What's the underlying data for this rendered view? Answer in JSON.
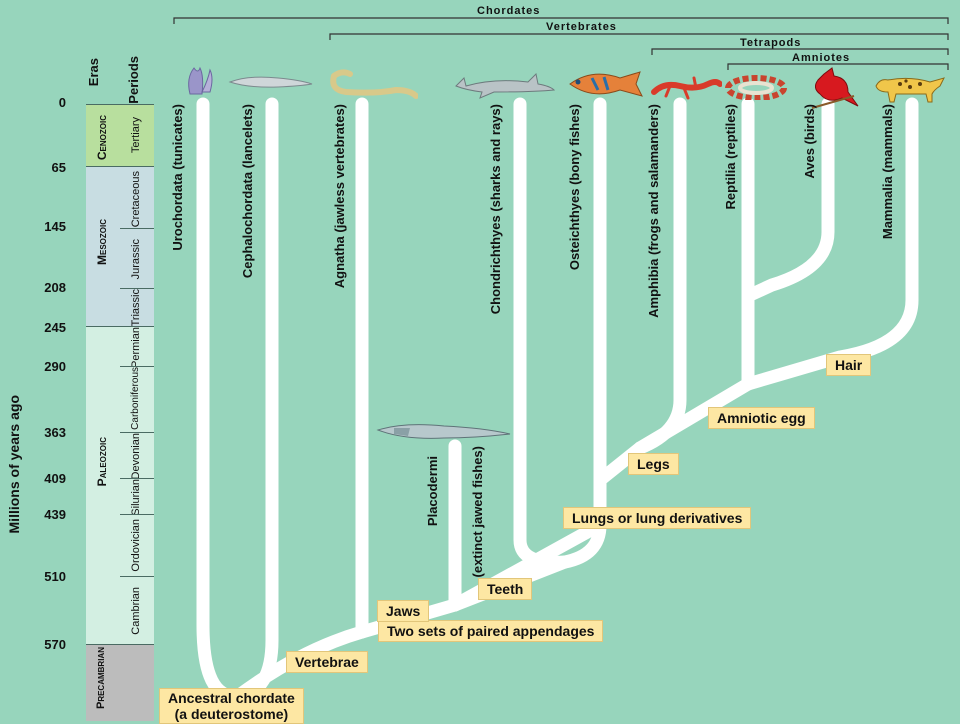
{
  "axis": {
    "title": "Millions of years ago"
  },
  "headers": {
    "eras": "Eras",
    "periods": "Periods"
  },
  "ages": [
    "0",
    "65",
    "145",
    "208",
    "245",
    "290",
    "363",
    "409",
    "439",
    "510",
    "570"
  ],
  "eras": [
    {
      "name": "Cenozoic",
      "color": "#b8df9e"
    },
    {
      "name": "Mesozoic",
      "color": "#c8dde2"
    },
    {
      "name": "Paleozoic",
      "color": "#d3efe2"
    },
    {
      "name": "Precambrian",
      "color": "#bcbcbc"
    }
  ],
  "periods": [
    "Tertiary",
    "Cretaceous",
    "Jurassic",
    "Triassic",
    "Permian",
    "Carboniferous",
    "Devonian",
    "Silurian",
    "Ordovician",
    "Cambrian"
  ],
  "brackets": {
    "chordates": "Chordates",
    "vertebrates": "Vertebrates",
    "tetrapods": "Tetrapods",
    "amniotes": "Amniotes"
  },
  "taxa": [
    "Urochordata (tunicates)",
    "Cephalochordata (lancelets)",
    "Agnatha (jawless vertebrates)",
    "Chondrichthyes (sharks and rays)",
    "Osteichthyes (bony fishes)",
    "Amphibia (frogs and salamanders)",
    "Reptilia (reptiles)",
    "Aves (birds)",
    "Mammalia (mammals)"
  ],
  "placoderm": {
    "line1": "Placodermi",
    "line2": "(extinct jawed fishes)"
  },
  "traits": {
    "root_line1": "Ancestral chordate",
    "root_line2": "(a deuterostome)",
    "vertebrae": "Vertebrae",
    "paired_appendages": "Two sets of paired appendages",
    "jaws": "Jaws",
    "teeth": "Teeth",
    "lungs": "Lungs or lung derivatives",
    "legs": "Legs",
    "amniotic_egg": "Amniotic egg",
    "hair": "Hair"
  },
  "colors": {
    "background": "#97d5bc",
    "branch": "#ffffff",
    "trait_box": "#fde7a3"
  },
  "icons": [
    "tunicate-icon",
    "lancelet-icon",
    "lamprey-icon",
    "shark-icon",
    "bony-fish-icon",
    "salamander-icon",
    "snake-icon",
    "cardinal-icon",
    "leopard-icon",
    "placoderm-icon"
  ]
}
